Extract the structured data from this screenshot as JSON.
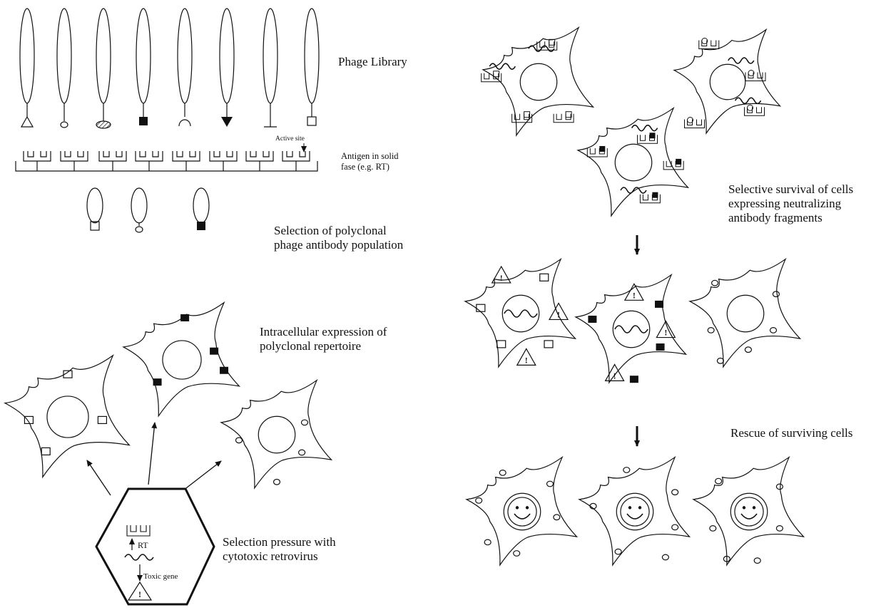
{
  "labels": {
    "phage_library": "Phage Library",
    "antigen_line1": "Antigen in solid",
    "antigen_line2": "fase (e.g. RT)",
    "active_site": "Active site",
    "selection_line1": "Selection of polyclonal",
    "selection_line2": "phage antibody population",
    "intracellular_line1": "Intracellular expression of",
    "intracellular_line2": "polyclonal repertoire",
    "pressure_line1": "Selection pressure with",
    "pressure_line2": "cytotoxic retrovirus",
    "rt": "RT",
    "toxic_gene": "Toxic gene",
    "survival_line1": "Selective survival of cells",
    "survival_line2": "expressing neutralizing",
    "survival_line3": "antibody fragments",
    "rescue": "Rescue of surviving cells",
    "warning_mark": "!"
  },
  "phage_tip_shapes": [
    "triangle-open",
    "circle-small",
    "hatched-ellipse",
    "square-filled",
    "arc-open",
    "triangle-filled",
    "bar-t",
    "square-open"
  ],
  "selected_phage_tip_shapes": [
    "square-open",
    "circle-small",
    "square-filled"
  ],
  "colors": {
    "ink": "#111111",
    "background": "#ffffff"
  }
}
